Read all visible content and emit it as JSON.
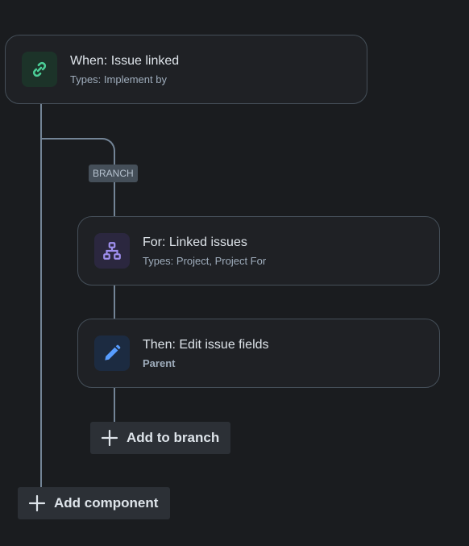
{
  "trigger": {
    "title": "When: Issue linked",
    "subtitle": "Types: Implement by",
    "icon": "link-icon",
    "icon_color": "#4bce97",
    "tile_color": "#1c3329"
  },
  "branch": {
    "tag": "BRANCH",
    "condition": {
      "title": "For: Linked issues",
      "subtitle": "Types: Project, Project For",
      "icon": "hierarchy-icon",
      "icon_color": "#9f8fef",
      "tile_color": "#2b273f"
    },
    "action": {
      "title": "Then: Edit issue fields",
      "subtitle": "Parent",
      "icon": "pencil-icon",
      "icon_color": "#579dff",
      "tile_color": "#1c2b41"
    },
    "add_label": "Add to branch"
  },
  "add_component_label": "Add component",
  "colors": {
    "background": "#1a1c1f",
    "connector": "#738496",
    "card_border": "#454f59"
  }
}
